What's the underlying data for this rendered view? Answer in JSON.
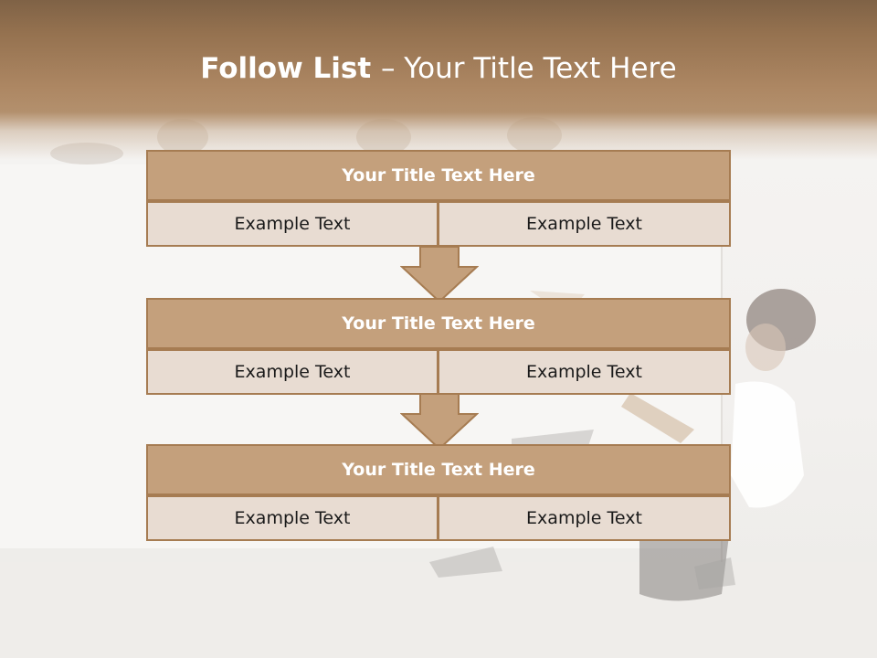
{
  "title": {
    "bold": "Follow List ",
    "rest": " – Your Title Text Here"
  },
  "blocks": [
    {
      "heading": "Your Title Text Here",
      "left": "Example Text",
      "right": "Example Text"
    },
    {
      "heading": "Your Title Text Here",
      "left": "Example Text",
      "right": "Example Text"
    },
    {
      "heading": "Your Title Text Here",
      "left": "Example Text",
      "right": "Example Text"
    }
  ],
  "colors": {
    "header_top": "#7f6246",
    "header_bottom": "#b3906d",
    "block_head": "#c4a07c",
    "block_cell": "#e8dcd2",
    "border": "#a67c52"
  }
}
